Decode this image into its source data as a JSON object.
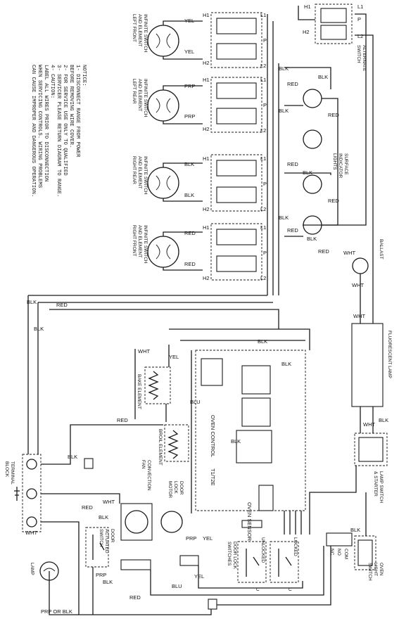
{
  "notes": {
    "title": "NOTICE:",
    "lines": [
      "1- DISCONNECT RANGE FROM POWER",
      "    BEFORE REMOVING WIRE COVER.",
      "2- FOR SERVICE USE ONLY TO QUALIFIED",
      "3- SERVICER PLEASE RETURN DIAGRAM TO RANGE.",
      "4- CAUTION:",
      "    LABEL ALL WIRES PRIOR TO DISCONNECTION",
      "    WHEN SERVICING CONTROLS. WIRING PROBLEMS",
      "    CAN CAUSE IMPROPER AND DANGEROUS OPERATION."
    ]
  },
  "switches": [
    {
      "id": "lf",
      "line1": "INFINITE SWITCH",
      "line2": "AND ELEMENT",
      "line3": "LEFT FRONT",
      "wire": "YEL"
    },
    {
      "id": "lr",
      "line1": "INFINITE SWITCH",
      "line2": "AND ELEMENT",
      "line3": "LEFT REAR",
      "wire": "PRP"
    },
    {
      "id": "rr",
      "line1": "INFINITE SWITCH",
      "line2": "AND ELEMENT",
      "line3": "RIGHT REAR",
      "wire": "BLK"
    },
    {
      "id": "rf",
      "line1": "INFINITE SWITCH",
      "line2": "AND ELEMENT",
      "line3": "RIGHT FRONT",
      "wire": "RED"
    }
  ],
  "terminals": {
    "h1": "H1",
    "h2": "H2",
    "l1": "L1",
    "l2": "L2",
    "p": "P"
  },
  "components": {
    "alternate_switch_1": "ALTERNATE",
    "alternate_switch_2": "SWITCH",
    "surface_lights_1": "SURFACE",
    "surface_lights_2": "INDICATOR",
    "surface_lights_3": "LIGHTS",
    "ballast": "BALLAST",
    "fluorescent_lamp": "FLUORESCENT LAMP",
    "lamp_switch_1": "LAMP SWITCH",
    "lamp_switch_2": "& STARTER",
    "oven_light_1": "OVEN",
    "oven_light_2": "LIGHT",
    "oven_light_3": "SWITCH",
    "oven_control": "OVEN CONTROL",
    "oven_control_code": "T1/T2E",
    "oven_sensor": "OVEN SENSOR",
    "door_lock_switches_1": "DOOR LOCK",
    "door_lock_switches_2": "SWITCHES",
    "unlocked": "UNLOCKED",
    "locked": "LOCKED",
    "bake_element": "BAKE ELEMENT",
    "broil_element": "BROIL ELEMENT",
    "convection_fan_1": "CONVECTION",
    "convection_fan_2": "FAN",
    "door_lock_motor_1": "DOOR",
    "door_lock_motor_2": "LOCK",
    "door_lock_motor_3": "MOTOR",
    "door_actuated_1": "DOOR",
    "door_actuated_2": "ACTUATED",
    "door_actuated_3": "SWITCH",
    "terminal_block_1": "TERMINAL",
    "terminal_block_2": "BLOCK",
    "lamp": "LAMP",
    "prp_or_blk": "PRP OR BLK",
    "nc": "NC",
    "no": "NO",
    "com": "COM",
    "c": "C"
  },
  "wire_colors": {
    "yel": "YEL",
    "prp": "PRP",
    "blk": "BLK",
    "red": "RED",
    "wht": "WHT",
    "blu": "BLU"
  }
}
